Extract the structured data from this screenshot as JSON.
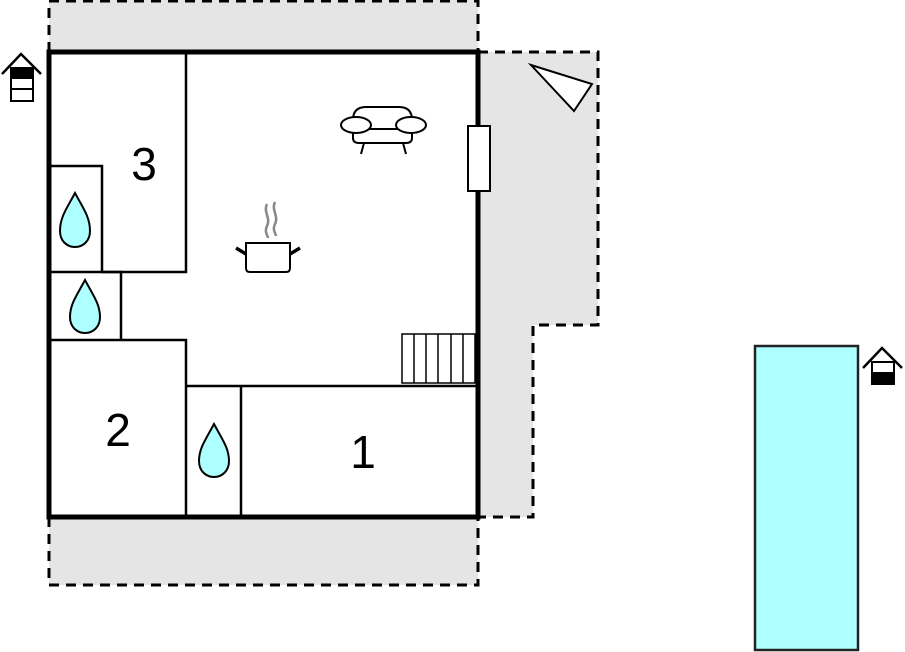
{
  "floorplan": {
    "rooms": [
      {
        "id": "room-1",
        "label": "1"
      },
      {
        "id": "room-2",
        "label": "2"
      },
      {
        "id": "room-3",
        "label": "3"
      }
    ],
    "icons": [
      "entrance-house-icon",
      "sofa-icon",
      "cooking-pot-icon",
      "shower-drop-icon",
      "stairs-icon",
      "window-icon",
      "terrace-view-triangle-icon",
      "pool-house-icon"
    ],
    "colors": {
      "wall": "#000000",
      "terrace": "#e5e5e5",
      "water": "#aeffff",
      "background": "#ffffff"
    }
  }
}
